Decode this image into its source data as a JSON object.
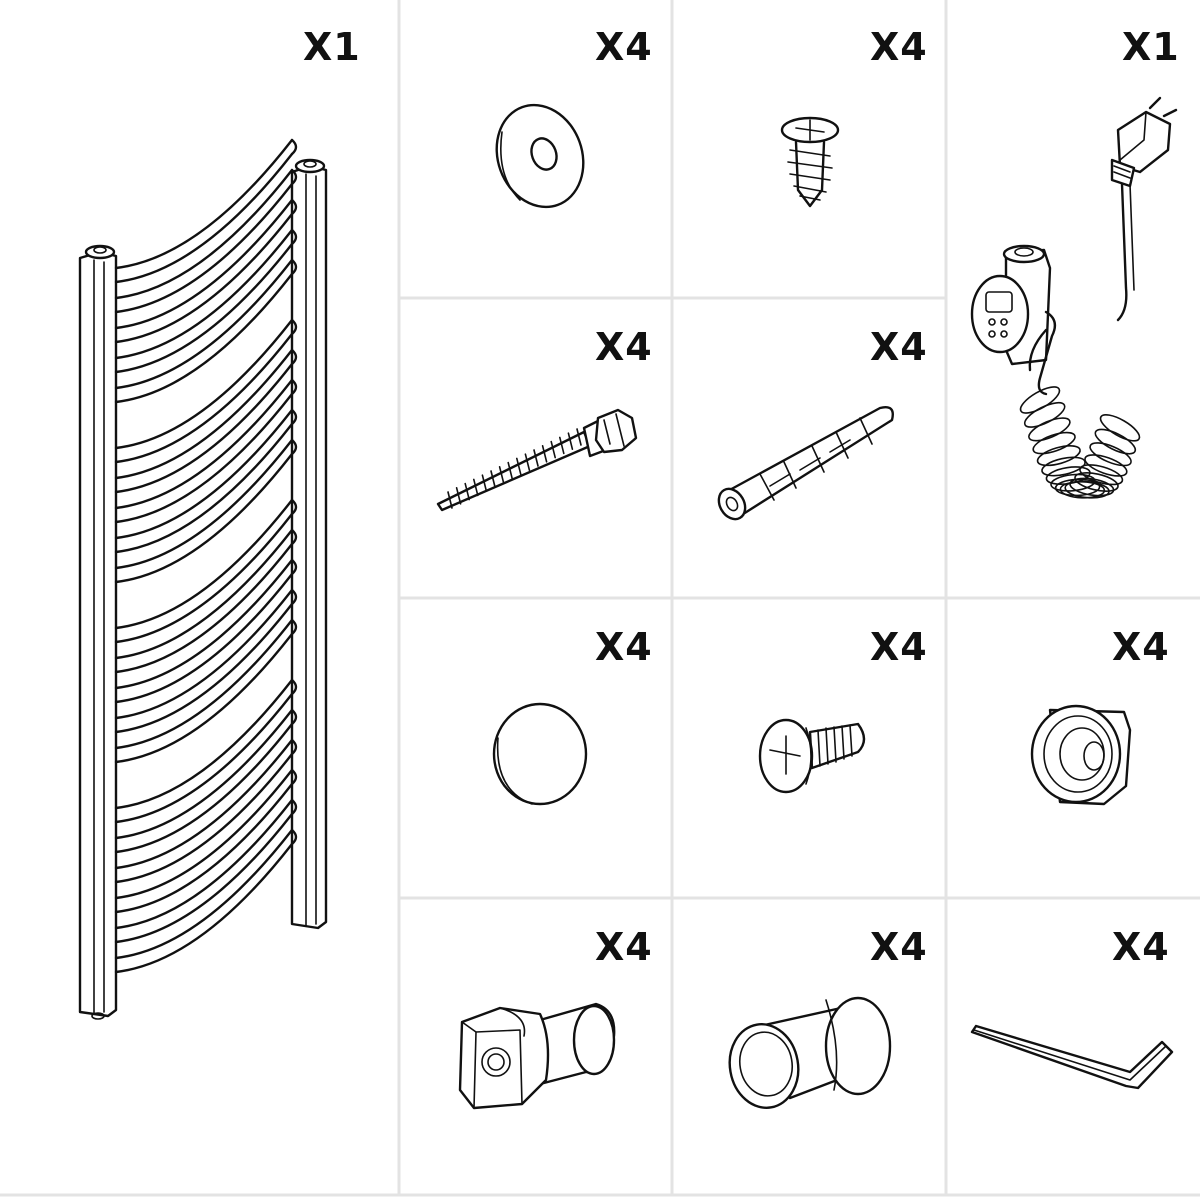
{
  "parts": [
    {
      "id": "towel-radiator",
      "icon": "towel-radiator-icon",
      "quantity": "X1"
    },
    {
      "id": "washer",
      "icon": "washer-icon",
      "quantity": "X4"
    },
    {
      "id": "short-screw",
      "icon": "self-tapping-screw-icon",
      "quantity": "X4"
    },
    {
      "id": "heating-element",
      "icon": "electric-heating-element-icon",
      "quantity": "X1"
    },
    {
      "id": "hex-head-screw",
      "icon": "hex-head-screw-icon",
      "quantity": "X4"
    },
    {
      "id": "wall-anchor",
      "icon": "wall-anchor-icon",
      "quantity": "X4"
    },
    {
      "id": "cover-cap",
      "icon": "cover-cap-icon",
      "quantity": "X4"
    },
    {
      "id": "machine-screw",
      "icon": "phillips-machine-screw-icon",
      "quantity": "X4"
    },
    {
      "id": "fitting-plug",
      "icon": "fitting-plug-icon",
      "quantity": "X4"
    },
    {
      "id": "bracket-adapter",
      "icon": "bracket-adapter-icon",
      "quantity": "X4"
    },
    {
      "id": "spacer-sleeve",
      "icon": "spacer-sleeve-icon",
      "quantity": "X4"
    },
    {
      "id": "allen-key",
      "icon": "allen-key-icon",
      "quantity": "X4"
    }
  ],
  "colors": {
    "line": "#111111",
    "grid": "#e3e3e3",
    "background": "#ffffff"
  }
}
